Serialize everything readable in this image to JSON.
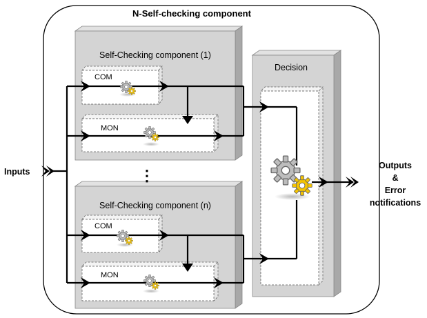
{
  "title": "N-Self-checking component",
  "inputs_label": "Inputs",
  "outputs_label": "Outputs",
  "amp_label": "&",
  "error_label": "Error",
  "notifications_label": "notifications",
  "decision_label": "Decision",
  "component1_label": "Self-Checking component (1)",
  "componentn_label": "Self-Checking component (n)",
  "com_label": "COM",
  "mon_label": "MON",
  "ellipsis": "⋮",
  "icons": [
    "gear-icon",
    "arrow-icon"
  ]
}
